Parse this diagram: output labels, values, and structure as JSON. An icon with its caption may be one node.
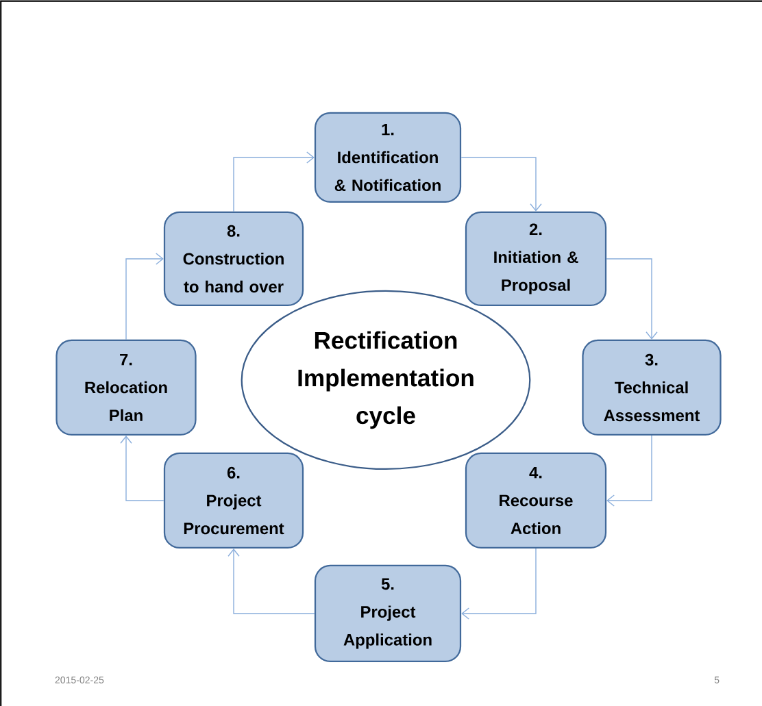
{
  "diagram": {
    "nodes": [
      {
        "text": [
          "1.",
          "Identification & Notification"
        ]
      },
      {
        "text": [
          "2.",
          "Initiation & Proposal"
        ]
      },
      {
        "text": [
          "3.",
          "Technical Assessment"
        ]
      },
      {
        "text": [
          "4.",
          "Recourse Action"
        ]
      },
      {
        "text": [
          "5.",
          "Project Application"
        ]
      },
      {
        "text": [
          "6.",
          "Project Procurement"
        ]
      },
      {
        "text": [
          "7.",
          "Relocation Plan"
        ]
      },
      {
        "text": [
          "8.",
          "Construction to hand over"
        ]
      },
      {
        "text": [
          "Rectification Implementation cycle"
        ]
      }
    ],
    "edges": [
      {
        "from": 0,
        "to": 1,
        "arrow": "to"
      },
      {
        "from": 1,
        "to": 2,
        "arrow": "to"
      },
      {
        "from": 2,
        "to": 3,
        "arrow": "to"
      },
      {
        "from": 3,
        "to": 4,
        "arrow": "to"
      },
      {
        "from": 4,
        "to": 5,
        "arrow": "to"
      },
      {
        "from": 5,
        "to": 6,
        "arrow": "to"
      },
      {
        "from": 6,
        "to": 7,
        "arrow": "to"
      },
      {
        "from": 7,
        "to": 0,
        "arrow": "to"
      }
    ],
    "labels": [
      "2015-02-25",
      "5"
    ]
  }
}
